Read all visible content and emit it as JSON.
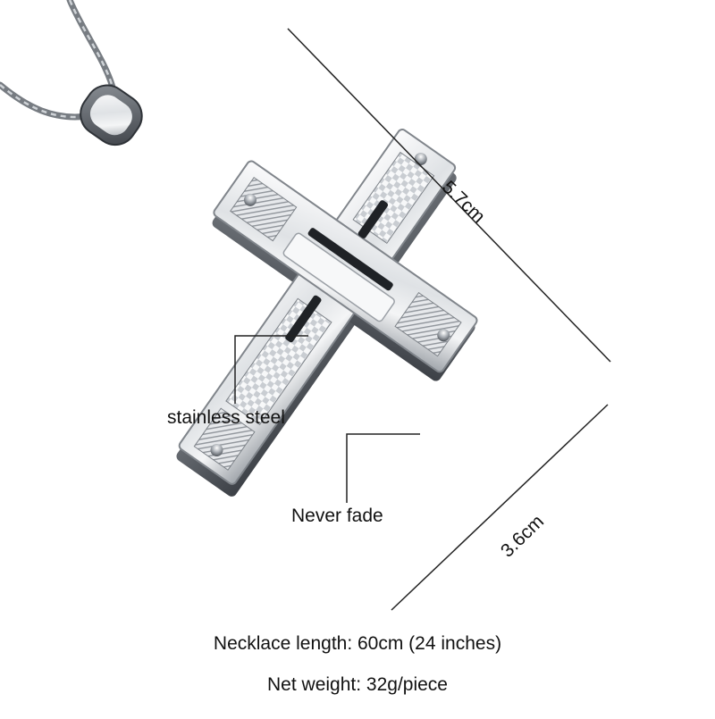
{
  "product": {
    "material_label": "stainless steel",
    "feature_label": "Never fade",
    "height_dimension": "5.7cm",
    "width_dimension": "3.6cm"
  },
  "specs": {
    "necklace_length": "Necklace length: 60cm (24 inches)",
    "net_weight": "Net weight: 32g/piece"
  },
  "colors": {
    "background": "#ffffff",
    "steel_light": "#e9ecef",
    "steel_dark": "#5d6268",
    "line": "#222222"
  }
}
